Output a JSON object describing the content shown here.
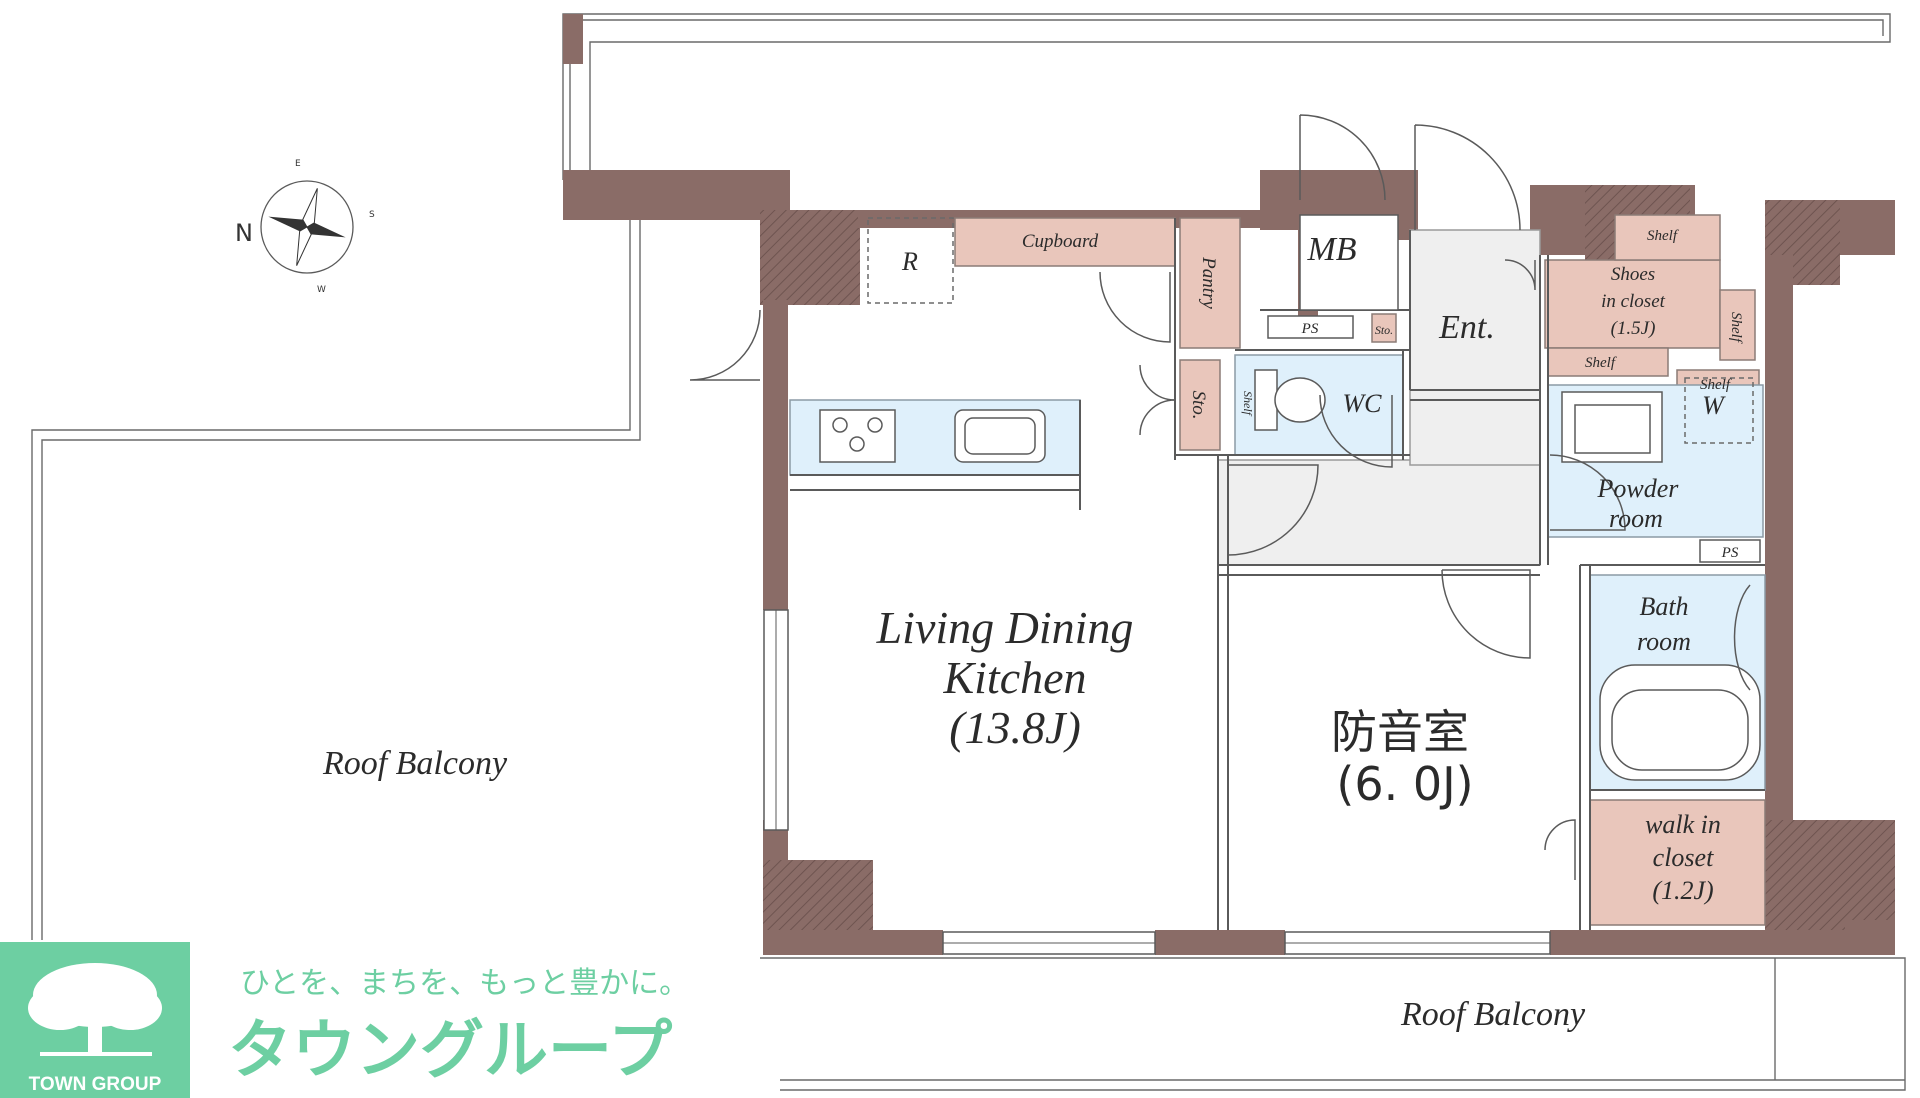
{
  "floorplan": {
    "rooms": {
      "ldk_line1": "Living Dining",
      "ldk_line2": "Kitchen",
      "ldk_size": "(13.8J)",
      "soundproof_name": "防音室",
      "soundproof_size": "(6. 0J)",
      "roof_balcony_left": "Roof Balcony",
      "roof_balcony_bottom": "Roof Balcony",
      "entrance": "Ent.",
      "mb": "MB",
      "wc": "WC",
      "powder_line1": "Powder",
      "powder_line2": "room",
      "bath_line1": "Bath",
      "bath_line2": "room",
      "wic_line1": "walk in",
      "wic_line2": "closet",
      "wic_size": "(1.2J)",
      "shoes_line1": "Shoes",
      "shoes_line2": "in closet",
      "shoes_size": "(1.5J)"
    },
    "fixtures": {
      "refrigerator": "R",
      "cupboard": "Cupboard",
      "pantry": "Pantry",
      "storage": "Sto.",
      "storage_small": "Sto.",
      "ps_top": "PS",
      "ps_bath": "PS",
      "shelf_top": "Shelf",
      "shelf_mid": "Shelf",
      "shelf_side": "Shelf",
      "shelf_washer": "Shelf",
      "shelf_wc": "Shelf",
      "washer": "W"
    },
    "compass": {
      "north": "N",
      "east": "E",
      "south": "S",
      "west": "W"
    }
  },
  "brand": {
    "tagline": "ひとを、まちを、もっと豊かに。",
    "name_jp": "タウングループ",
    "name_en": "TOWN GROUP",
    "color": "#6dcfa2"
  },
  "colors": {
    "wall": "#8a6c67",
    "storage": "#e9c6bb",
    "wet_area": "#dff0fb",
    "hall": "#efefef"
  }
}
